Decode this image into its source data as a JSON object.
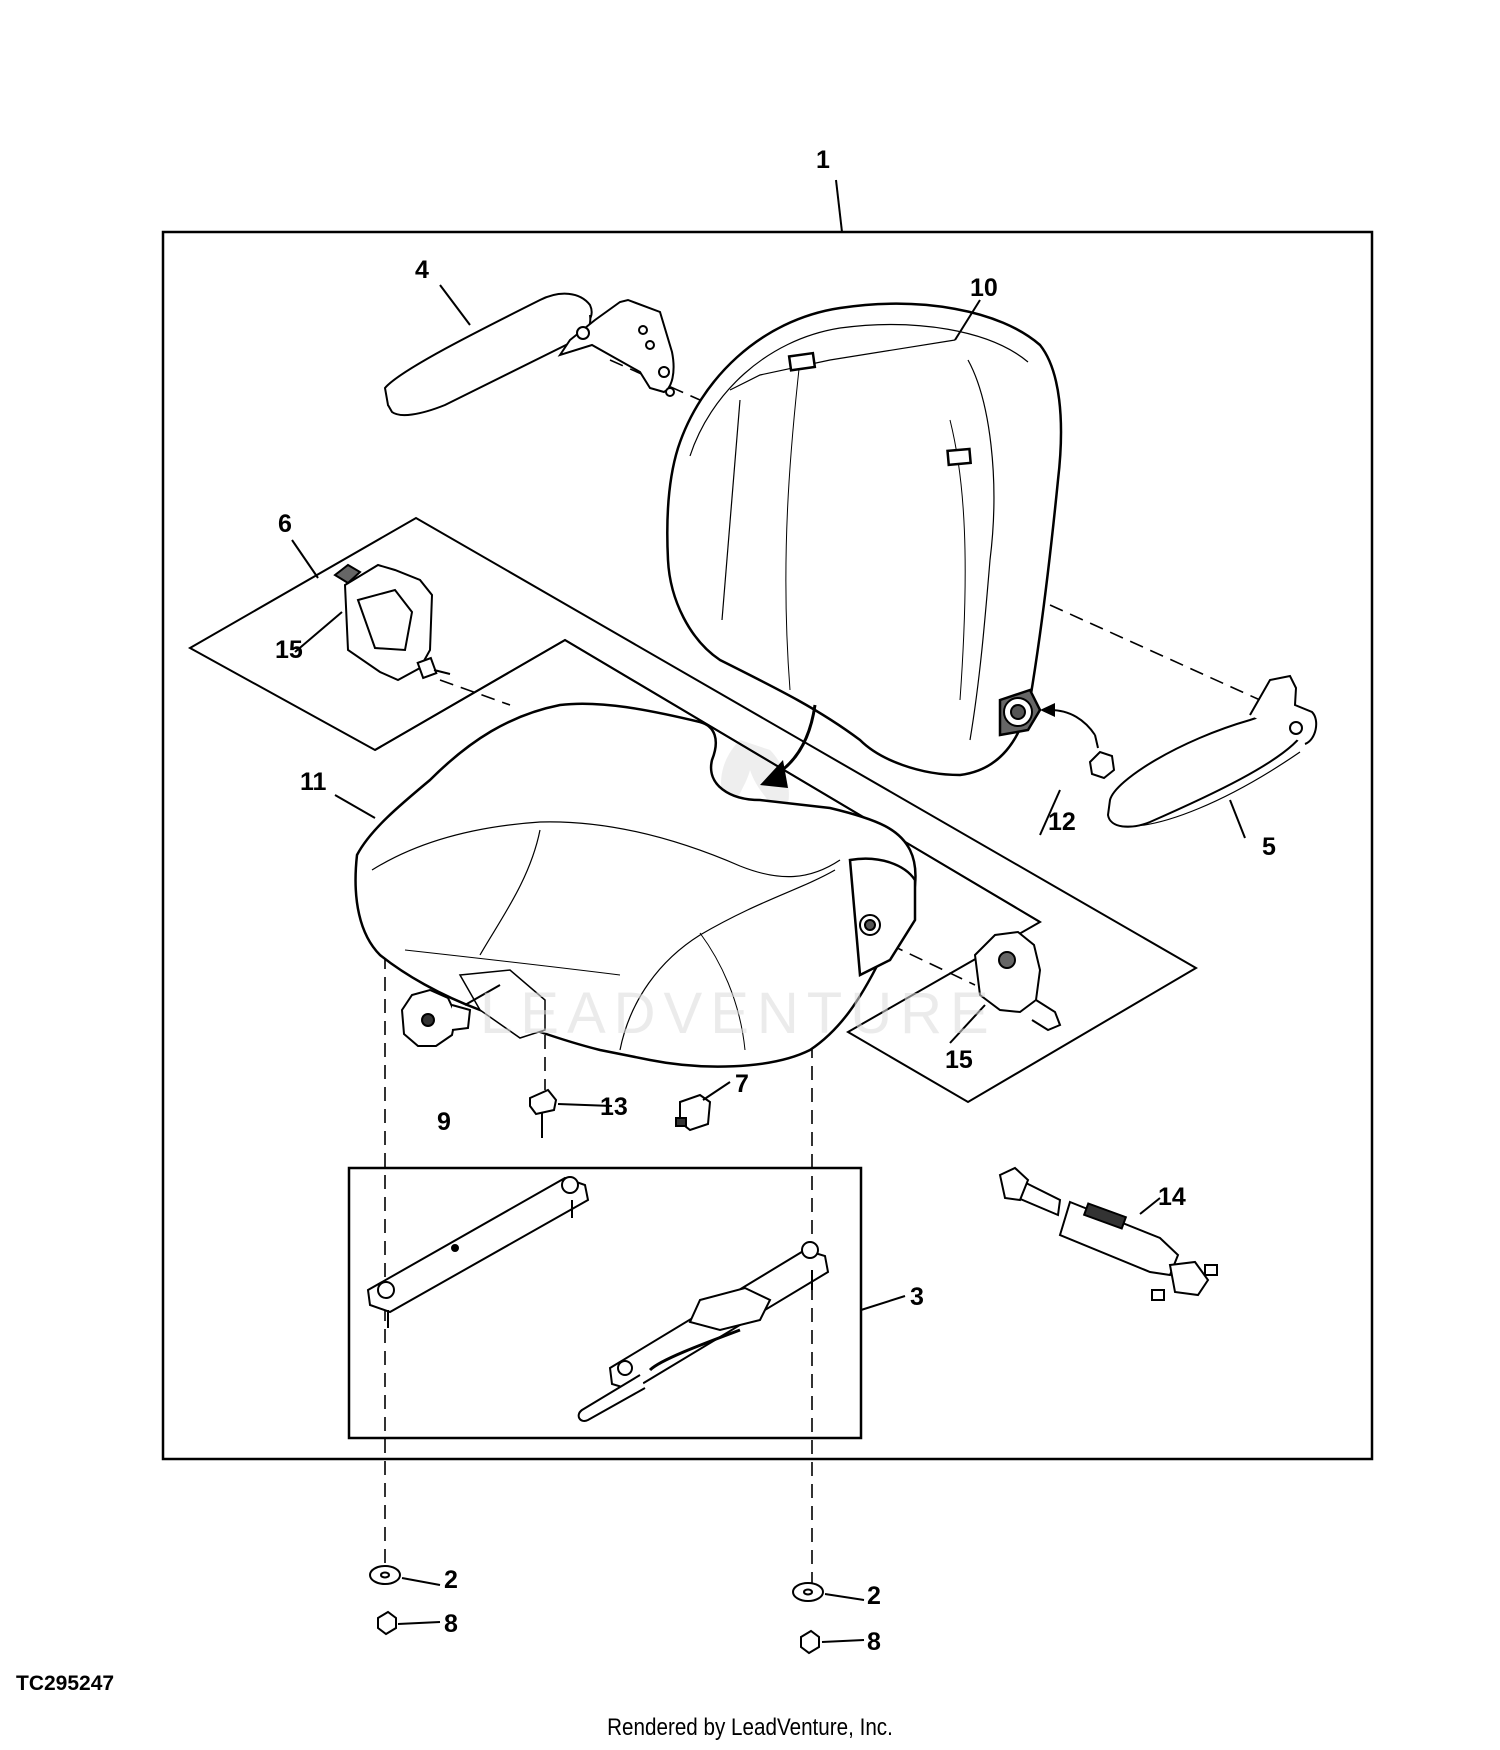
{
  "figure_id": "TC295247",
  "credit": "Rendered by LeadVenture, Inc.",
  "watermark": "LEADVENTURE",
  "callouts": {
    "c1": "1",
    "c2a": "2",
    "c2b": "2",
    "c3": "3",
    "c4": "4",
    "c5": "5",
    "c6": "6",
    "c7": "7",
    "c8a": "8",
    "c8b": "8",
    "c9": "9",
    "c10": "10",
    "c11": "11",
    "c12": "12",
    "c13": "13",
    "c14": "14",
    "c15a": "15",
    "c15b": "15"
  },
  "icons": {
    "armrest_left": "armrest-icon",
    "armrest_right": "armrest-icon",
    "seat_back": "seat-back-icon",
    "seat_cushion": "seat-cushion-icon",
    "seat_belt_buckle": "buckle-icon",
    "adjuster_knob": "knob-icon",
    "seat_slide_rails": "rail-icon",
    "gas_spring": "gas-spring-icon",
    "washer": "washer-icon",
    "nut": "nut-icon"
  }
}
